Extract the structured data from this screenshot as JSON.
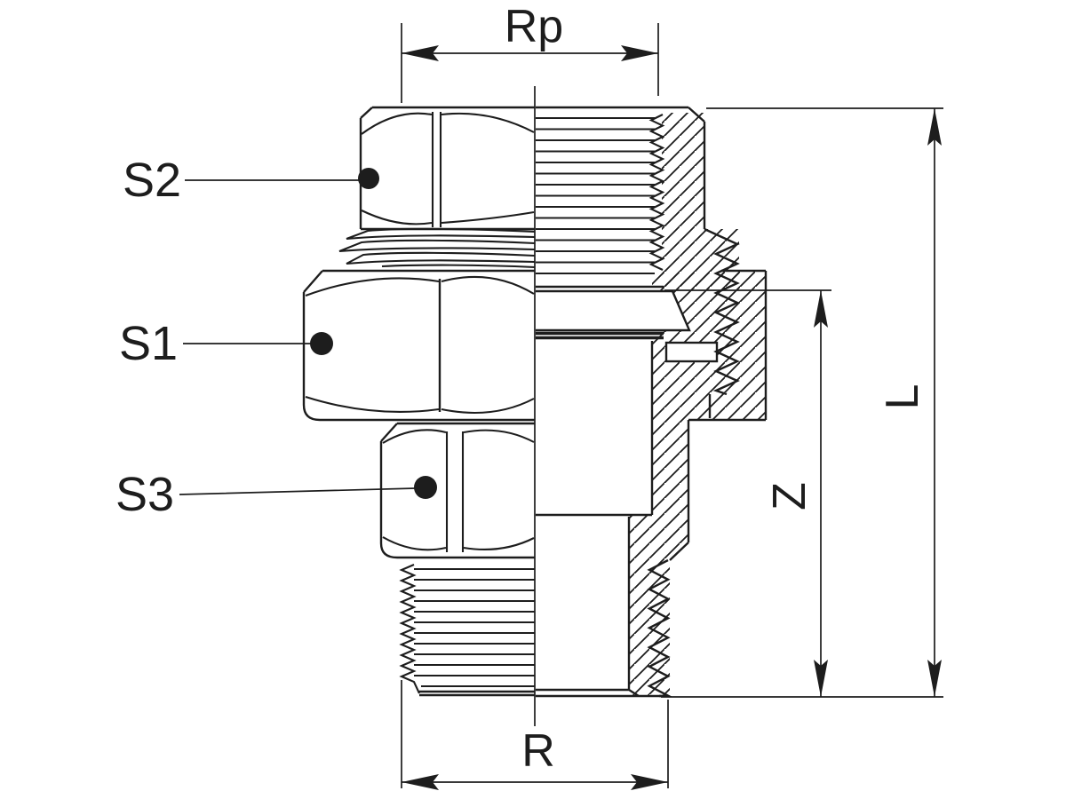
{
  "drawing": {
    "background": "#ffffff",
    "line_color": "#1d1d1d",
    "description": "Sectioned technical drawing of a pipe union adaptor fitting",
    "part_labels": [
      {
        "id": "s2",
        "text": "S2"
      },
      {
        "id": "s1",
        "text": "S1"
      },
      {
        "id": "s3",
        "text": "S3"
      }
    ],
    "dim_labels": {
      "top_thread": "Rp",
      "bottom_thread": "R",
      "overall_length": "L",
      "engagement_length": "Z"
    }
  }
}
